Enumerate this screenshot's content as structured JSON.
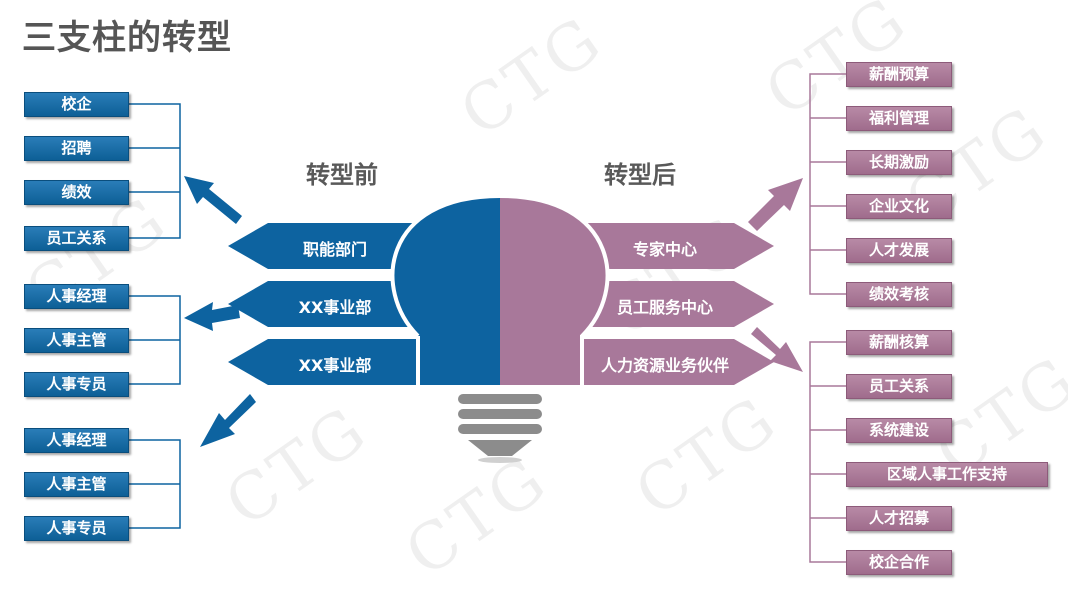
{
  "title": "三支柱的转型",
  "headers": {
    "before": "转型前",
    "after": "转型后"
  },
  "watermark": "CTG",
  "bands_left": [
    "职能部门",
    "XX事业部",
    "XX事业部"
  ],
  "bands_right": [
    "专家中心",
    "员工服务中心",
    "人力资源业务伙伴"
  ],
  "left_groups": [
    [
      "校企",
      "招聘",
      "绩效",
      "员工关系"
    ],
    [
      "人事经理",
      "人事主管",
      "人事专员"
    ],
    [
      "人事经理",
      "人事主管",
      "人事专员"
    ]
  ],
  "right_groups": [
    [
      "薪酬预算",
      "福利管理",
      "长期激励",
      "企业文化",
      "人才发展",
      "绩效考核"
    ],
    [
      "薪酬核算",
      "员工关系",
      "系统建设",
      "区域人事工作支持",
      "人才招募",
      "校企合作"
    ]
  ],
  "colors": {
    "blue": "#0d63a0",
    "mauve": "#a8789a",
    "title": "#555555",
    "gray": "#8c8c8c"
  }
}
